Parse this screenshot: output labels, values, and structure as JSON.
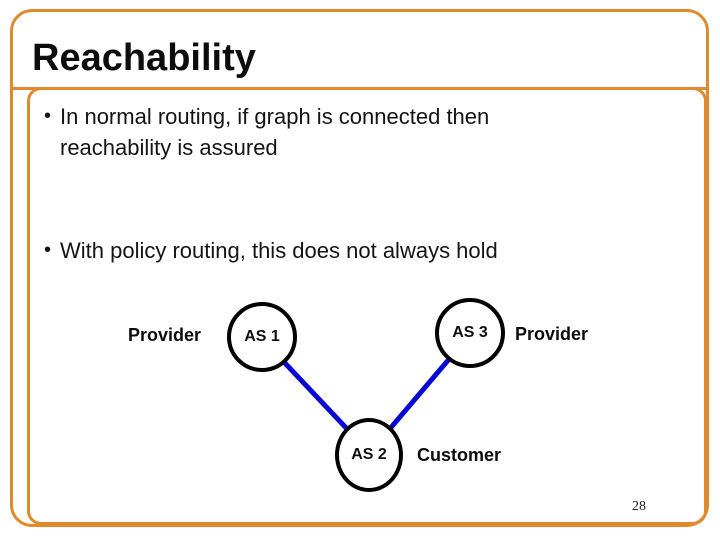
{
  "slide": {
    "title": "Reachability",
    "bullets": [
      {
        "bullet": "•",
        "line1": "In normal routing, if graph is connected then",
        "line2": "reachability is assured"
      },
      {
        "bullet": "•",
        "line1": "With policy routing, this does not always hold"
      }
    ],
    "page_number": "28"
  },
  "diagram": {
    "nodes": [
      {
        "id": "AS1",
        "label": "AS 1",
        "role": "Provider"
      },
      {
        "id": "AS2",
        "label": "AS 2",
        "role": "Customer"
      },
      {
        "id": "AS3",
        "label": "AS 3",
        "role": "Provider"
      }
    ],
    "labels": {
      "provider_left": "Provider",
      "provider_right": "Provider",
      "customer": "Customer"
    },
    "edges": [
      {
        "from": "AS1",
        "to": "AS2"
      },
      {
        "from": "AS3",
        "to": "AS2"
      }
    ],
    "colors": {
      "edge_blue": "#0808d6",
      "node_border": "#000000",
      "frame_orange": "#e08a2e"
    }
  }
}
